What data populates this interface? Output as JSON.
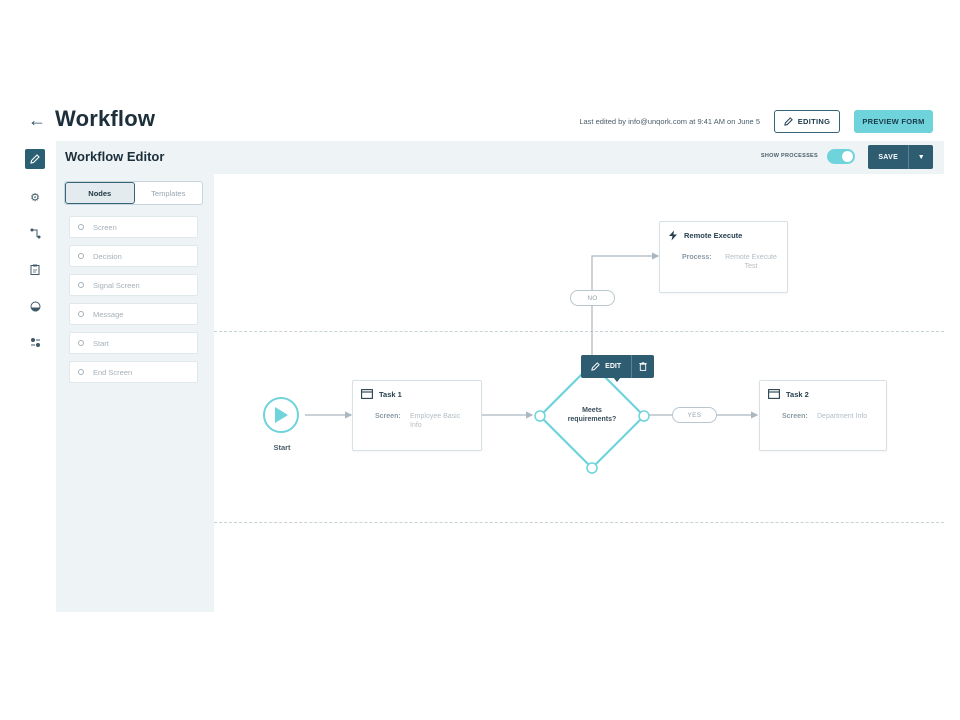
{
  "header": {
    "title": "Workflow",
    "last_edited": "Last edited by info@unqork.com at 9:41 AM on June 5",
    "editing_label": "EDITING",
    "preview_label": "PREVIEW FORM"
  },
  "rail": {
    "icons": [
      "pencil-icon",
      "gear-icon",
      "branch-icon",
      "clipboard-icon",
      "palette-icon",
      "sliders-icon"
    ]
  },
  "editor": {
    "title": "Workflow Editor",
    "show_processes_label": "SHOW PROCESSES",
    "show_processes_on": true,
    "save_label": "SAVE"
  },
  "panel": {
    "tabs": [
      {
        "label": "Nodes",
        "active": true
      },
      {
        "label": "Templates",
        "active": false
      }
    ],
    "items": [
      "Screen",
      "Decision",
      "Signal Screen",
      "Message",
      "Start",
      "End Screen"
    ]
  },
  "canvas": {
    "start_label": "Start",
    "task1": {
      "title": "Task 1",
      "key": "Screen:",
      "value_line1": "Employee Basic",
      "value_line2": "Info"
    },
    "decision": {
      "line1": "Meets",
      "line2": "requirements?"
    },
    "edit_label": "EDIT",
    "yes_label": "YES",
    "no_label": "NO",
    "task2": {
      "title": "Task 2",
      "key": "Screen:",
      "value": "Department Info"
    },
    "remote": {
      "title": "Remote Execute",
      "key": "Process:",
      "value_line1": "Remote Execute",
      "value_line2": "Test"
    }
  },
  "colors": {
    "accent": "#6fd3db",
    "primary": "#2e5c70",
    "panel_bg": "#eef3f6"
  }
}
